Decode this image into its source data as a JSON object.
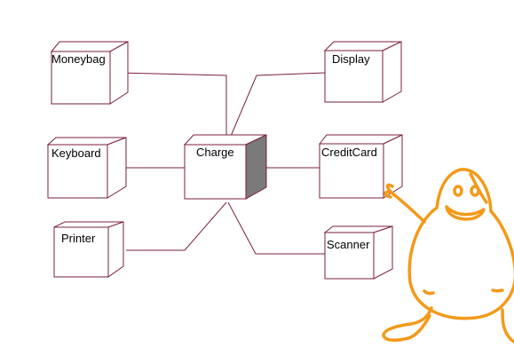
{
  "diagram": {
    "nodes": {
      "moneybag": "Moneybag",
      "display": "Display",
      "keyboard": "Keyboard",
      "charge": "Charge",
      "creditcard": "CreditCard",
      "printer": "Printer",
      "scanner": "Scanner"
    },
    "colors": {
      "box_stroke": "#7a1f3d",
      "connector": "#7a1f3d",
      "charge_side_fill": "#7a7a7a",
      "mascot_stroke": "#f29a1a"
    },
    "mascot": "orange-pear-mascot-icon"
  }
}
